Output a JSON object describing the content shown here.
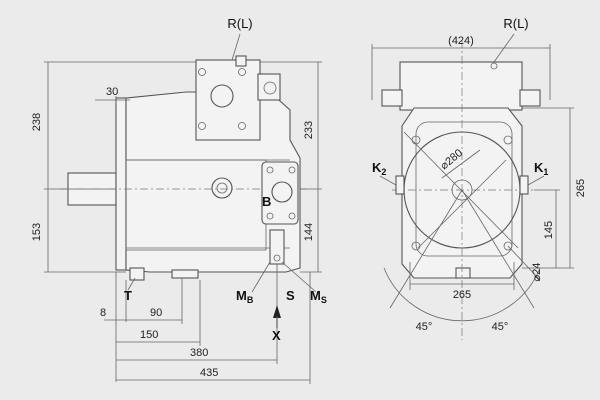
{
  "side_view": {
    "port_label": "R(L)",
    "dims": {
      "height_upper": "238",
      "height_right": "233",
      "height_lower": "153",
      "height_144": "144",
      "flange": "30",
      "d8": "8",
      "d90": "90",
      "d150": "150",
      "d380": "380",
      "d435": "435"
    },
    "labels": {
      "b": "B",
      "t": "T",
      "mb": "M",
      "mb_sub": "B",
      "s": "S",
      "ms": "M",
      "ms_sub": "S",
      "x": "X"
    }
  },
  "front_view": {
    "port_label": "R(L)",
    "width_paren": "(424)",
    "k2": "K",
    "k2_sub": "2",
    "k1": "K",
    "k1_sub": "1",
    "dia": "⌀280",
    "d265v": "265",
    "d145": "145",
    "d24": "⌀24",
    "d265h": "265",
    "angle_left": "45°",
    "angle_right": "45°"
  }
}
